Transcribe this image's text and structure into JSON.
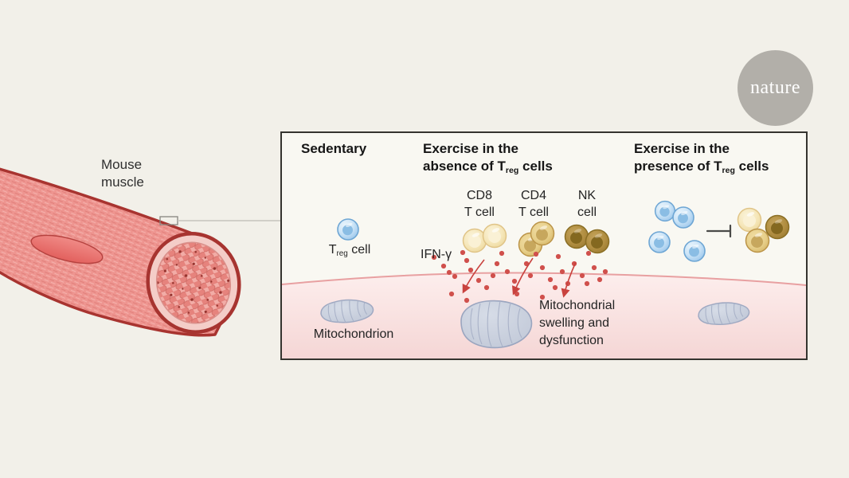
{
  "page": {
    "background_color": "#f2f0e9"
  },
  "logo": {
    "label": "nature",
    "circle_color": "#b2afa9",
    "text_color": "#ffffff"
  },
  "muscle_figure": {
    "label": "Mouse\nmuscle"
  },
  "panel": {
    "border_color": "#35342f",
    "background_color": "#f9f8f2",
    "headers": {
      "sedentary": "Sedentary",
      "absence": {
        "line1": "Exercise in the",
        "line2_pre": "absence of T",
        "line2_sub": "reg",
        "line2_post": " cells"
      },
      "presence": {
        "line1": "Exercise in the",
        "line2_pre": "presence of T",
        "line2_sub": "reg",
        "line2_post": " cells"
      }
    },
    "labels": {
      "treg_pre": "T",
      "treg_sub": "reg",
      "treg_post": " cell",
      "cd8": "CD8\nT cell",
      "cd4": "CD4\nT cell",
      "nk": "NK\ncell",
      "ifn": "IFN-γ",
      "mitochondrion": "Mitochondrion",
      "swelling": "Mitochondrial swelling and dysfunction"
    }
  },
  "palette": {
    "muscle_body": "#ee9590",
    "muscle_outline": "#a83430",
    "muscle_cross_section_ring": "#f4cdc8",
    "treg_cell_blue": "#a9cfee",
    "cd8_cell_yellow": "#f3e2ae",
    "cd4_cell_gold": "#e9d28f",
    "nk_cell_olive": "#b29144",
    "mitochondrion_gray": "#c7cddb",
    "ifn_dot_red": "#d0504c",
    "tissue_pink": "#f6d8d7",
    "inhibition_gray": "#4a4a48"
  }
}
